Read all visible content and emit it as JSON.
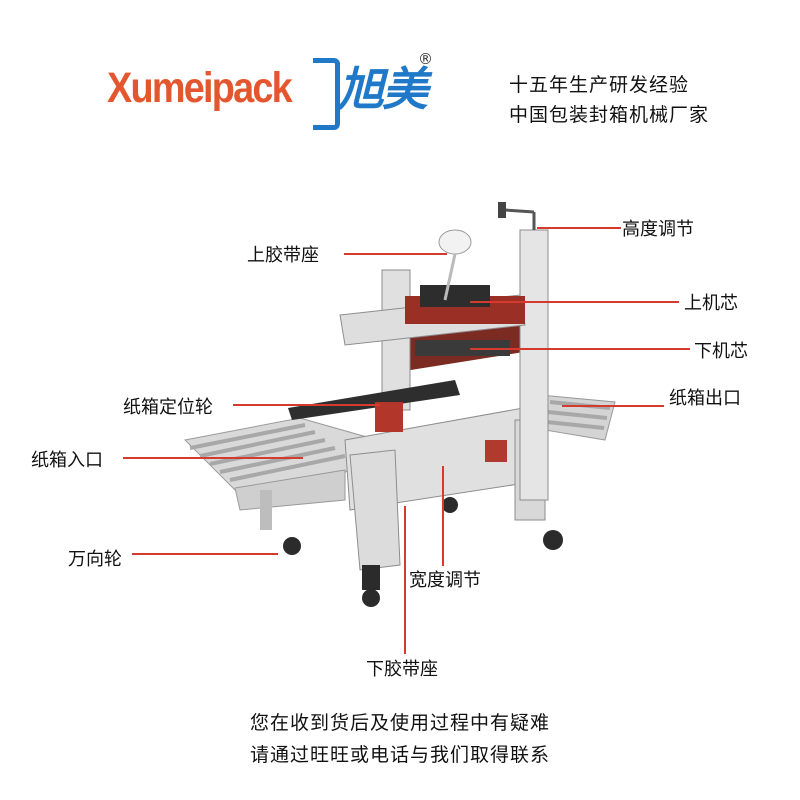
{
  "brand": {
    "latin": "Xumeipack",
    "chinese": "旭美",
    "registered_mark": "®",
    "colors": {
      "latin": "#e4572e",
      "chinese": "#1f78c8"
    }
  },
  "slogans": [
    "十五年生产研发经验",
    "中国包装封箱机械厂家"
  ],
  "callouts": {
    "height_adjust": "高度调节",
    "upper_tape_seat": "上胶带座",
    "upper_core": "上机芯",
    "lower_core": "下机芯",
    "carton_guide_wheel": "纸箱定位轮",
    "carton_exit": "纸箱出口",
    "carton_entry": "纸箱入口",
    "swivel_caster": "万向轮",
    "width_adjust": "宽度调节",
    "lower_tape_seat": "下胶带座"
  },
  "footer": {
    "line1": "您在收到货后及使用过程中有疑难",
    "line2": "请通过旺旺或电话与我们取得联系"
  },
  "colors": {
    "leader": "#d63a2f"
  }
}
